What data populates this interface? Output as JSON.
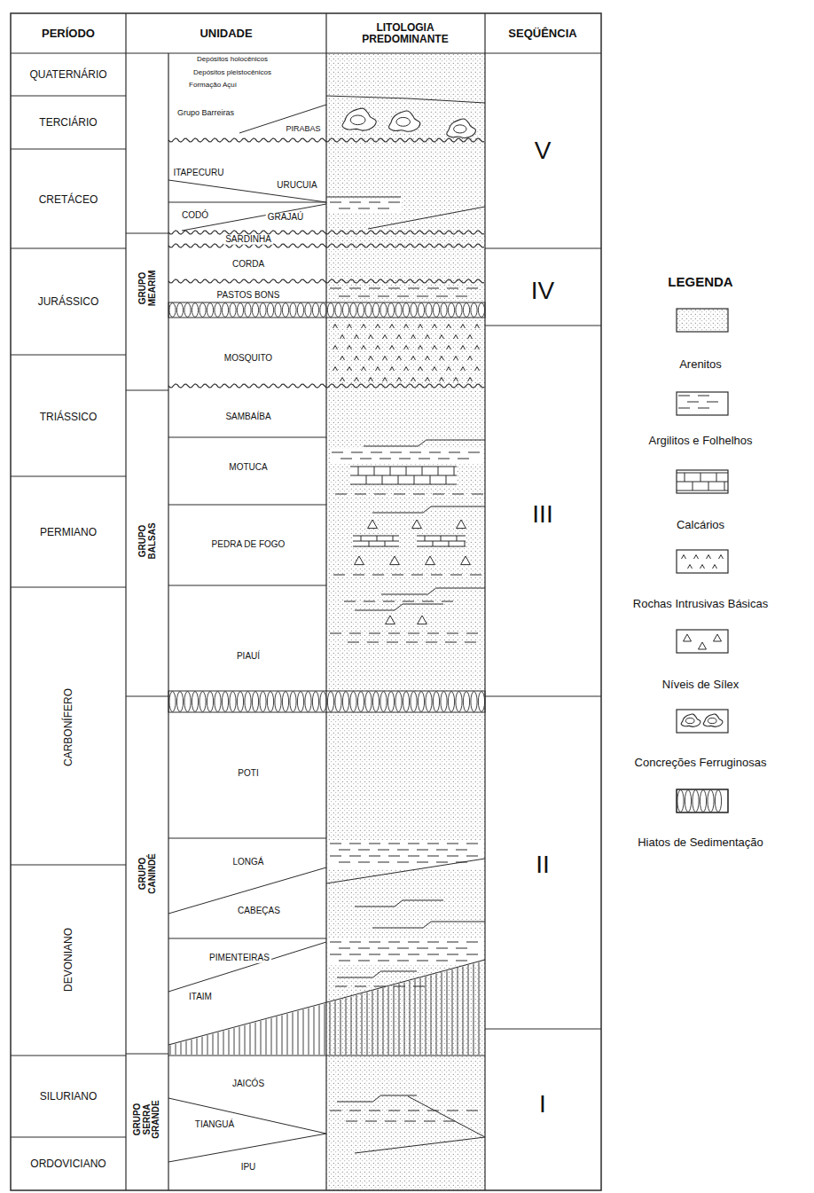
{
  "diagram": {
    "labels": [
      "PERÍODO",
      "UNIDADE",
      "LITOLOGIA PREDOMINANTE",
      "SEQÜÊNCIA",
      "QUATERNÁRIO",
      "TERCIÁRIO",
      "CRETÁCEO",
      "JURÁSSICO",
      "TRIÁSSICO",
      "PERMIANO",
      "CARBONÍFERO",
      "DEVONIANO",
      "SILURIANO",
      "ORDOVICIANO",
      "Depósitos holocênicos",
      "Depósitos pleistocênicos",
      "Formação Açuí",
      "Grupo Barreiras",
      "PIRABAS",
      "ITAPECURU",
      "URUCUIA",
      "CODÓ",
      "GRAJAÚ",
      "SARDINHA",
      "CORDA",
      "PASTOS BONS",
      "MOSQUITO",
      "SAMBAÍBA",
      "MOTUCA",
      "PEDRA DE FOGO",
      "PIAUÍ",
      "POTI",
      "LONGÁ",
      "CABEÇAS",
      "PIMENTEIRAS",
      "ITAIM",
      "JAICÓS",
      "TIANGUÁ",
      "IPU",
      "GRUPO MEARIM",
      "GRUPO BALSAS",
      "GRUPO CANINDÉ",
      "GRUPO SERRA GRANDE",
      "V",
      "IV",
      "III",
      "II",
      "I",
      "LEGENDA"
    ],
    "legend": [
      {
        "text": "Arenitos"
      },
      {
        "text": "Argilitos e Folhelhos"
      },
      {
        "text": "Calcários"
      },
      {
        "text": "Rochas Intrusivas Básicas"
      },
      {
        "text": "Níveis de Sílex"
      },
      {
        "text": "Concreções Ferruginosas"
      },
      {
        "text": "Hiatos de Sedimentação"
      }
    ]
  }
}
